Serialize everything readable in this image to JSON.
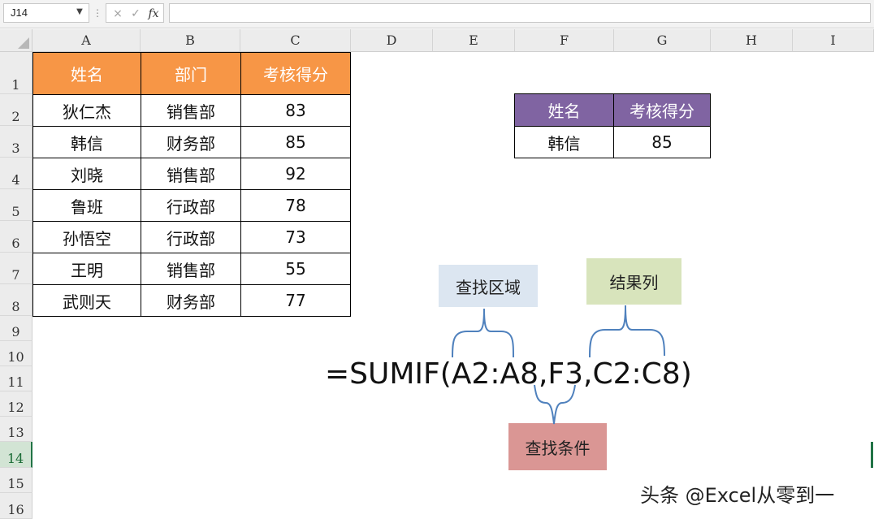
{
  "formula_bar": {
    "name_box": "J14",
    "cancel_icon": "×",
    "enter_icon": "✓",
    "fx_label": "fx",
    "formula": ""
  },
  "columns": [
    "A",
    "B",
    "C",
    "D",
    "E",
    "F",
    "G",
    "H",
    "I"
  ],
  "rows": [
    "1",
    "2",
    "3",
    "4",
    "5",
    "6",
    "7",
    "8",
    "9",
    "10",
    "11",
    "12",
    "13",
    "14",
    "15",
    "16"
  ],
  "selected_row": "14",
  "main_table": {
    "headers": [
      "姓名",
      "部门",
      "考核得分"
    ],
    "rows": [
      [
        "狄仁杰",
        "销售部",
        "83"
      ],
      [
        "韩信",
        "财务部",
        "85"
      ],
      [
        "刘晓",
        "销售部",
        "92"
      ],
      [
        "鲁班",
        "行政部",
        "78"
      ],
      [
        "孙悟空",
        "行政部",
        "73"
      ],
      [
        "王明",
        "销售部",
        "55"
      ],
      [
        "武则天",
        "财务部",
        "77"
      ]
    ],
    "header_color": "#f79646"
  },
  "lookup_table": {
    "headers": [
      "姓名",
      "考核得分"
    ],
    "values": [
      "韩信",
      "85"
    ],
    "header_color": "#8064a2"
  },
  "annotations": {
    "formula": "=SUMIF(A2:A8,F3,C2:C8)",
    "range_label": "查找区域",
    "result_label": "结果列",
    "criteria_label": "查找条件",
    "range_color": "#dce6f1",
    "result_color": "#d8e4bc",
    "criteria_color": "#da9694"
  },
  "watermark": "头条 @Excel从零到一"
}
